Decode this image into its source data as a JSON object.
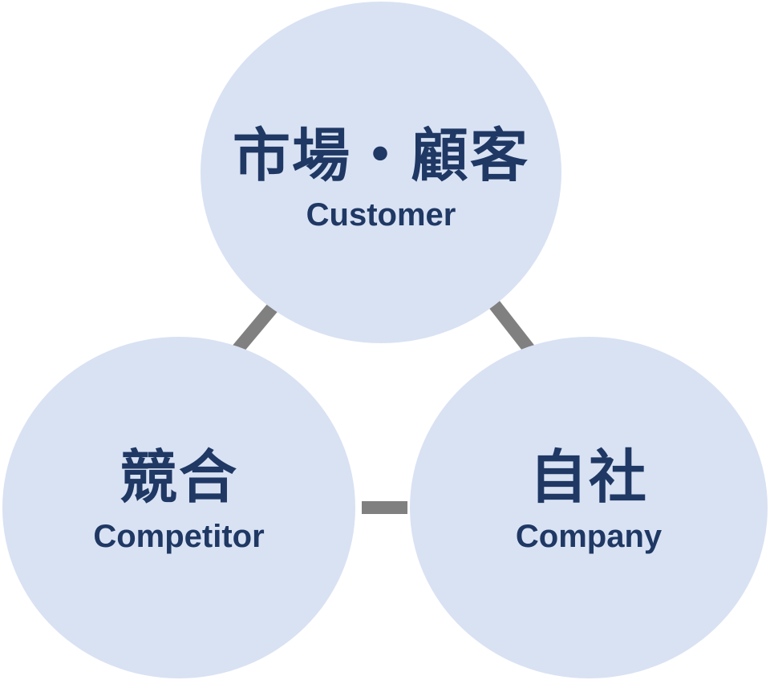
{
  "nodes": [
    {
      "id": "customer",
      "label_ja": "市場・顧客",
      "label_en": "Customer"
    },
    {
      "id": "competitor",
      "label_ja": "競合",
      "label_en": "Competitor"
    },
    {
      "id": "company",
      "label_ja": "自社",
      "label_en": "Company"
    }
  ],
  "connectors": [
    {
      "from": "customer",
      "to": "competitor"
    },
    {
      "from": "customer",
      "to": "company"
    },
    {
      "from": "competitor",
      "to": "company"
    }
  ],
  "colors": {
    "circle_fill": "#D9E2F3",
    "label_text": "#1F3864",
    "connector": "#808080"
  }
}
